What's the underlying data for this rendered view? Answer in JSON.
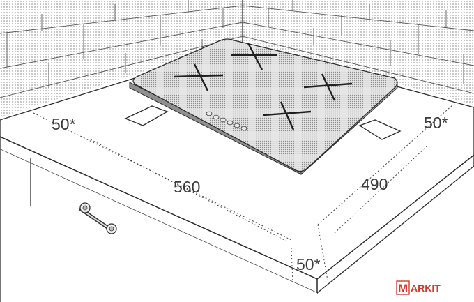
{
  "dimensions": {
    "hob_width": "560",
    "hob_depth": "490",
    "side_clearance_left": "50*",
    "side_clearance_right": "50*",
    "front_clearance": "50*"
  },
  "watermark": {
    "initial": "M",
    "rest": "ARKIT"
  },
  "colors": {
    "watermark": "#d33b2c",
    "line": "#2b2b2b",
    "dot_shade": "#9a9a9a",
    "hob_glass": "#d6d6d6"
  },
  "icons": {
    "burner": "cross-burner-icon",
    "control_buttons": "touch-control-dot",
    "cabinet_handle": "handle-icon"
  },
  "hob": {
    "burner_count": 4,
    "control_count": 6
  }
}
